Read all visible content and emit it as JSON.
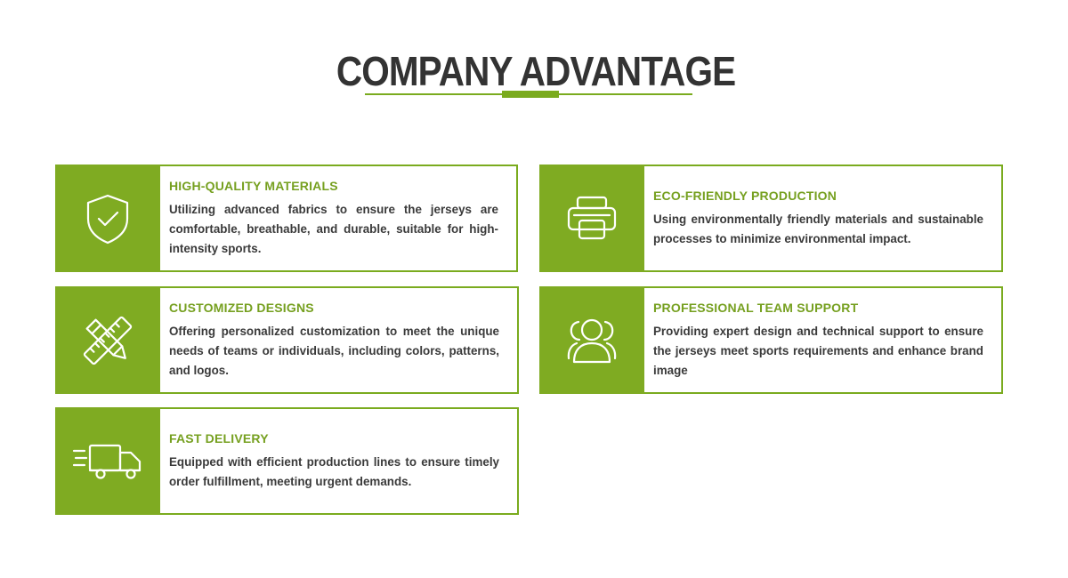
{
  "page": {
    "title": "COMPANY ADVANTAGE"
  },
  "colors": {
    "accent": "#7fab22",
    "text": "#333333"
  },
  "advantages": [
    {
      "title": "HIGH-QUALITY MATERIALS",
      "description": "Utilizing advanced fabrics to ensure the jerseys are comfortable, breathable, and durable, suitable for high-intensity sports.",
      "icon": "shield-check-icon"
    },
    {
      "title": "ECO-FRIENDLY PRODUCTION",
      "description": "Using environmentally friendly materials and sustainable processes to minimize environmental impact.",
      "icon": "printer-icon"
    },
    {
      "title": "CUSTOMIZED DESIGNS",
      "description": "Offering personalized customization to meet the unique needs of teams or individuals, including colors, patterns, and logos.",
      "icon": "pencil-ruler-icon"
    },
    {
      "title": "PROFESSIONAL TEAM SUPPORT",
      "description": "Providing expert design and technical support to ensure the jerseys meet sports requirements and enhance brand image",
      "icon": "team-icon"
    },
    {
      "title": "FAST DELIVERY",
      "description": "Equipped with efficient production lines to ensure timely order fulfillment, meeting urgent demands.",
      "icon": "delivery-truck-icon"
    }
  ]
}
